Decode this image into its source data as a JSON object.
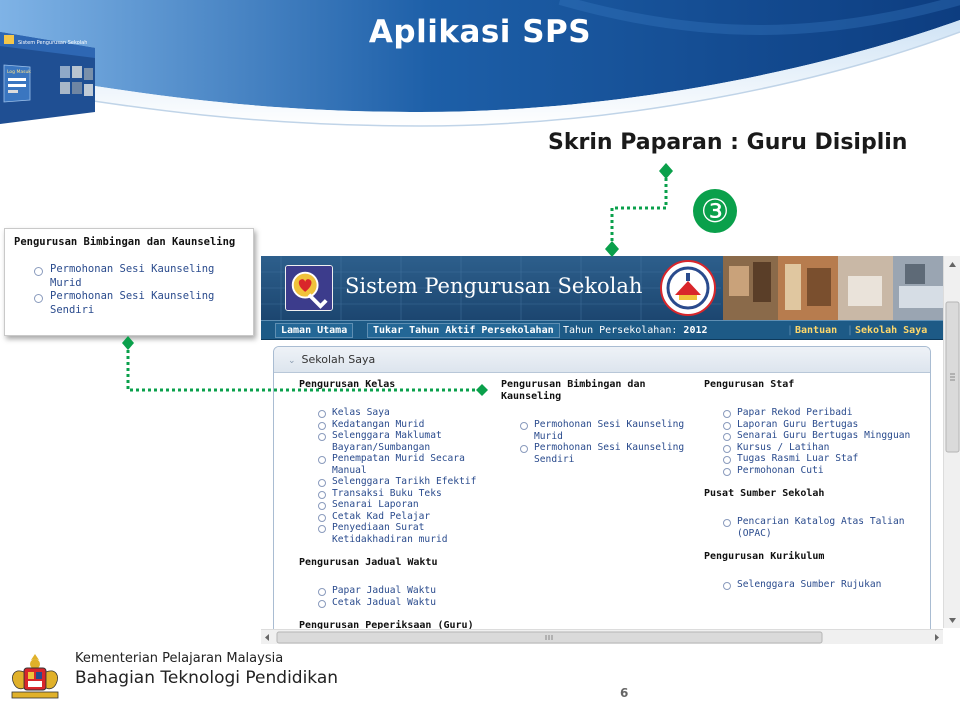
{
  "slide": {
    "title": "Aplikasi SPS",
    "screen_label": "Skrin Paparan : Guru Disiplin",
    "step_number": "③",
    "page_number": "6",
    "accent_color": "#0aa04b"
  },
  "thumbnail": {
    "app_name": "Sistem Pengurusan Sekolah",
    "login_label": "Log Masuk"
  },
  "callout": {
    "title": "Pengurusan Bimbingan dan Kaunseling",
    "items": [
      "Permohonan Sesi Kaunseling Murid",
      "Permohonan Sesi Kaunseling Sendiri"
    ]
  },
  "app": {
    "title": "Sistem Pengurusan Sekolah",
    "nav": {
      "home": "Laman Utama",
      "change_year": "Tukar Tahun Aktif Persekolahan",
      "year_label": "Tahun Persekolahan:",
      "year_value": "2012",
      "help": "Bantuan",
      "my_school": "Sekolah Saya"
    },
    "panel_title": "Sekolah Saya",
    "columns": [
      {
        "sections": [
          {
            "title": "Pengurusan Kelas",
            "items": [
              "Kelas Saya",
              "Kedatangan Murid",
              "Selenggara Maklumat Bayaran/Sumbangan",
              "Penempatan Murid Secara Manual",
              "Selenggara Tarikh Efektif",
              "Transaksi Buku Teks",
              "Senarai Laporan",
              "Cetak Kad Pelajar",
              "Penyediaan Surat Ketidakhadiran murid"
            ]
          },
          {
            "title": "Pengurusan Jadual Waktu",
            "items": [
              "Papar Jadual Waktu",
              "Cetak Jadual Waktu"
            ]
          },
          {
            "title": "Pengurusan Peperiksaan (Guru)",
            "items": []
          }
        ]
      },
      {
        "sections": [
          {
            "title": "Pengurusan Bimbingan dan Kaunseling",
            "items": [
              "Permohonan Sesi Kaunseling Murid",
              "Permohonan Sesi Kaunseling Sendiri"
            ]
          }
        ]
      },
      {
        "sections": [
          {
            "title": "Pengurusan Staf",
            "items": [
              "Papar Rekod Peribadi",
              "Laporan Guru Bertugas",
              "Senarai Guru Bertugas Mingguan",
              "Kursus / Latihan",
              "Tugas Rasmi Luar Staf",
              "Permohonan Cuti"
            ]
          },
          {
            "title": "Pusat Sumber Sekolah",
            "items": [
              "Pencarian Katalog Atas Talian (OPAC)"
            ]
          },
          {
            "title": "Pengurusan Kurikulum",
            "items": [
              "Selenggara Sumber Rujukan"
            ]
          }
        ]
      }
    ]
  },
  "footer": {
    "ministry": "Kementerian Pelajaran Malaysia",
    "division": "Bahagian Teknologi Pendidikan"
  }
}
